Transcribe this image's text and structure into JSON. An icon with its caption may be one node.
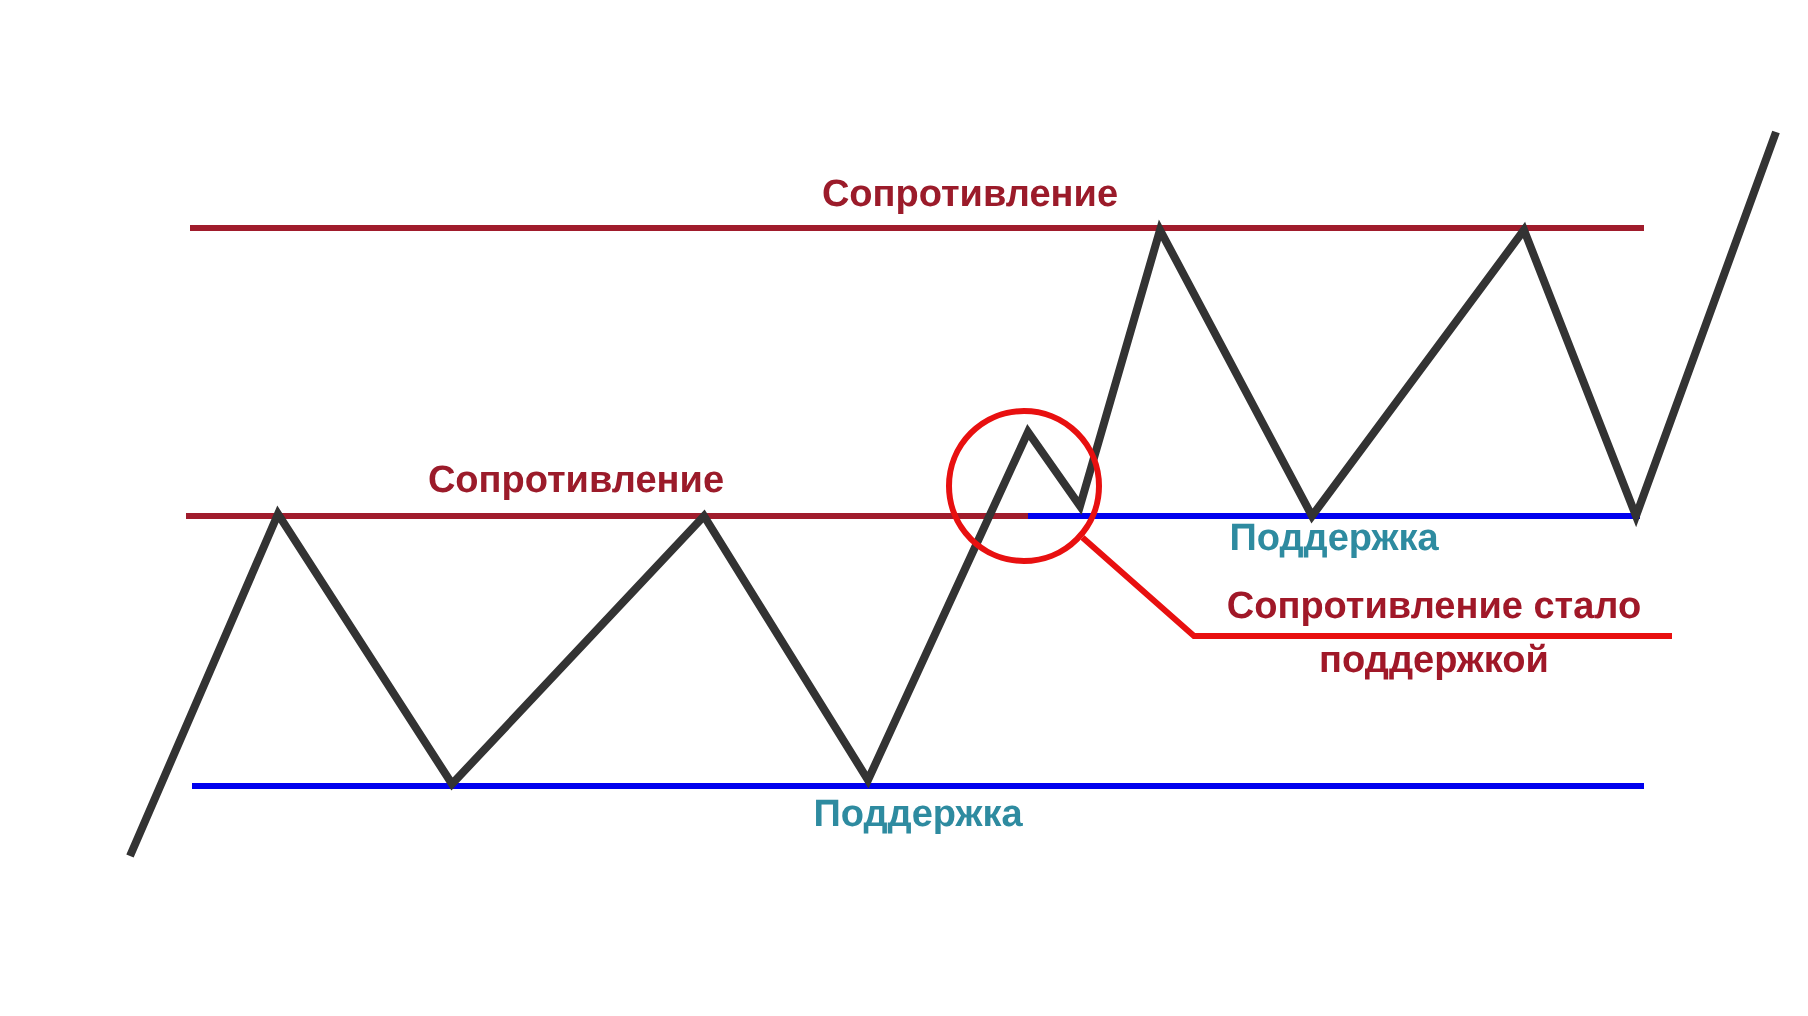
{
  "diagram": {
    "nodes": [
      {
        "text": [],
        "shape": "circle"
      },
      {
        "text": [
          "Сопротивление стало поддержкой"
        ]
      }
    ],
    "edges": [
      {
        "from": 1,
        "to": 0,
        "arrow": "none",
        "color": "#e81010"
      }
    ],
    "labels": [
      "Сопротивление",
      "Сопротивление",
      "Поддержка",
      "Поддержка"
    ]
  }
}
